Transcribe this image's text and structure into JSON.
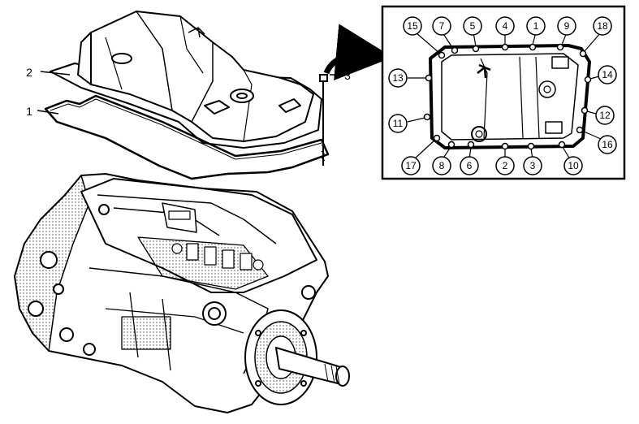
{
  "callouts": {
    "pan": "2",
    "gasket": "1",
    "bolt": "3"
  },
  "inset": {
    "sequence": [
      "15",
      "7",
      "5",
      "4",
      "1",
      "9",
      "18",
      "13",
      "14",
      "11",
      "12",
      "16",
      "17",
      "8",
      "6",
      "2",
      "3",
      "10"
    ]
  },
  "colors": {
    "line": "#000000",
    "background": "#ffffff"
  }
}
